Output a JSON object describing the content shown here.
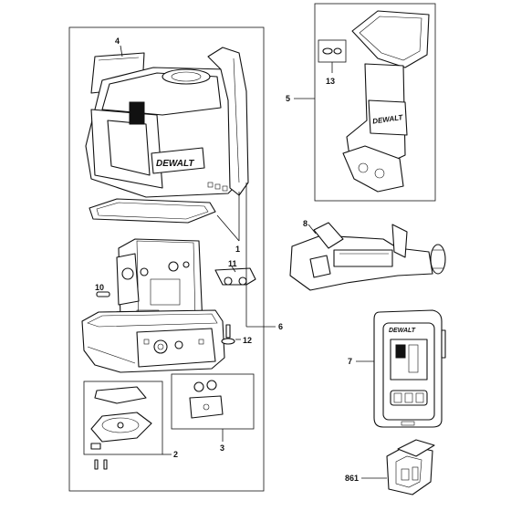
{
  "callouts": {
    "c1": "1",
    "c2": "2",
    "c3": "3",
    "c4": "4",
    "c5": "5",
    "c6": "6",
    "c7": "7",
    "c8": "8",
    "c10": "10",
    "c11": "11",
    "c12": "12",
    "c13": "13",
    "c861": "861"
  },
  "brand": {
    "laser_logo": "DEWALT",
    "bracket_logo": "DEWALT",
    "detector_logo": "DEWALT"
  },
  "colors": {
    "line": "#111111",
    "background": "#ffffff"
  }
}
